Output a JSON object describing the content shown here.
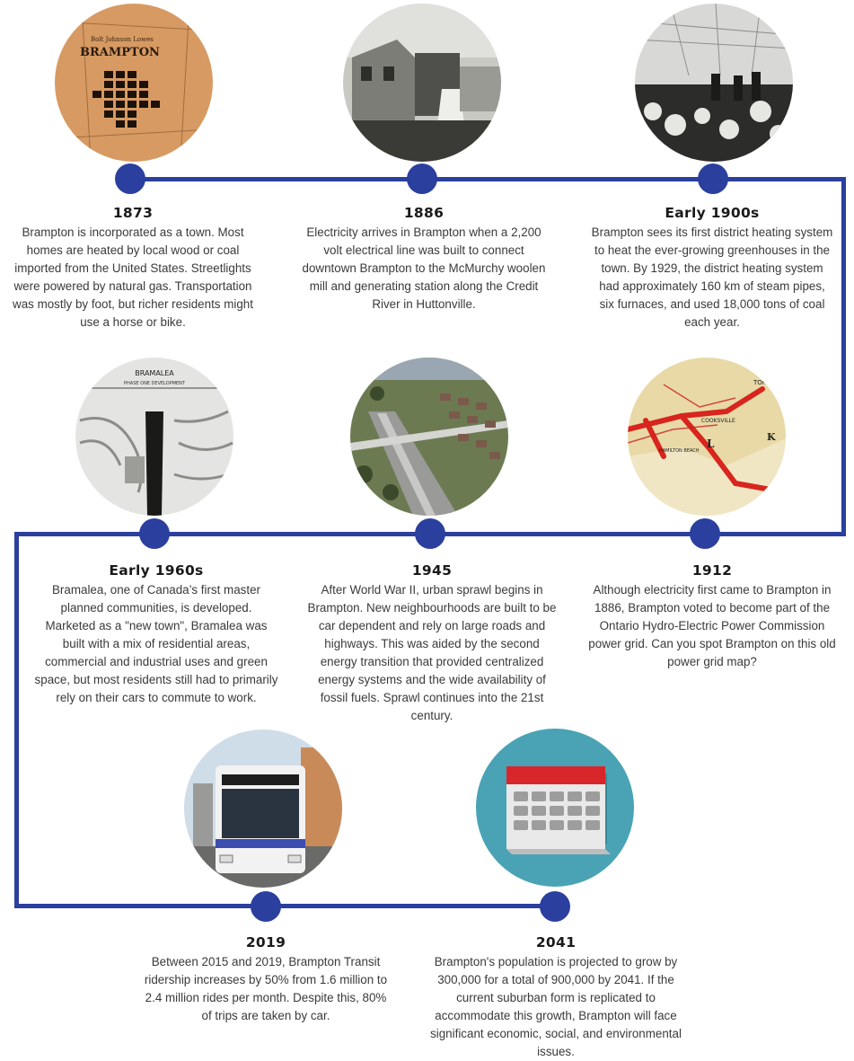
{
  "events": [
    {
      "year": "1873",
      "text": "Brampton is incorporated as a town. Most homes are heated by local wood or coal imported from the United States. Streetlights were powered by natural gas. Transportation was mostly by foot, but richer residents might use a horse or bike."
    },
    {
      "year": "1886",
      "text": "Electricity arrives in Brampton when a 2,200 volt electrical line was built to connect downtown Brampton to the McMurchy woolen mill and generating station along the Credit River in Huttonville."
    },
    {
      "year": "Early 1900s",
      "text": "Brampton sees its first district heating system to heat the ever-growing greenhouses in the town. By 1929, the district heating system had approximately 160 km of steam pipes, six furnaces, and used 18,000 tons of coal each year."
    },
    {
      "year": "Early 1960s",
      "text": "Bramalea, one of Canada’s first master planned communities, is developed. Marketed as a \"new town\", Bramalea was built with a mix of residential areas, commercial and industrial uses and green space, but most residents still had to primarily rely on their cars to commute to work."
    },
    {
      "year": "1945",
      "text": "After World War II, urban sprawl begins in Brampton. New neighbourhoods are built to be car dependent and rely on large roads and highways. This was aided by the second energy transition that provided centralized energy systems and the wide availability of fossil fuels. Sprawl continues into the 21st century."
    },
    {
      "year": "1912",
      "text": "Although electricity first came to Brampton in 1886, Brampton voted to become part of the Ontario Hydro-Electric Power Commission power grid. Can you spot Brampton on this old power grid map?"
    },
    {
      "year": "2019",
      "text": "Between 2015 and 2019, Brampton Transit ridership increases by 50% from 1.6 million to 2.4 million rides per month. Despite this, 80% of trips are taken by car."
    },
    {
      "year": "2041",
      "text": "Brampton's population is projected to grow by 300,000 for a total of 900,000 by 2041. If the current suburban form is replicated to accommodate this growth, Brampton will face significant economic, social, and environmental issues."
    }
  ],
  "images": {
    "map1873": {
      "label": "BRAMPTON",
      "sub": "Bolt   Johnson   Lowes"
    },
    "bramalea": {
      "title": "BRAMALEA",
      "subtitle": "PHASE ONE DEVELOPMENT"
    },
    "grid": {
      "labels": [
        "TORONTO",
        "COOKSVILLE",
        "HAMILTON BEACH",
        "L",
        "K"
      ]
    }
  },
  "colors": {
    "timeline": "#2b3f9e",
    "calendar_bg": "#4aa3b4",
    "calendar_top": "#d9262b"
  }
}
